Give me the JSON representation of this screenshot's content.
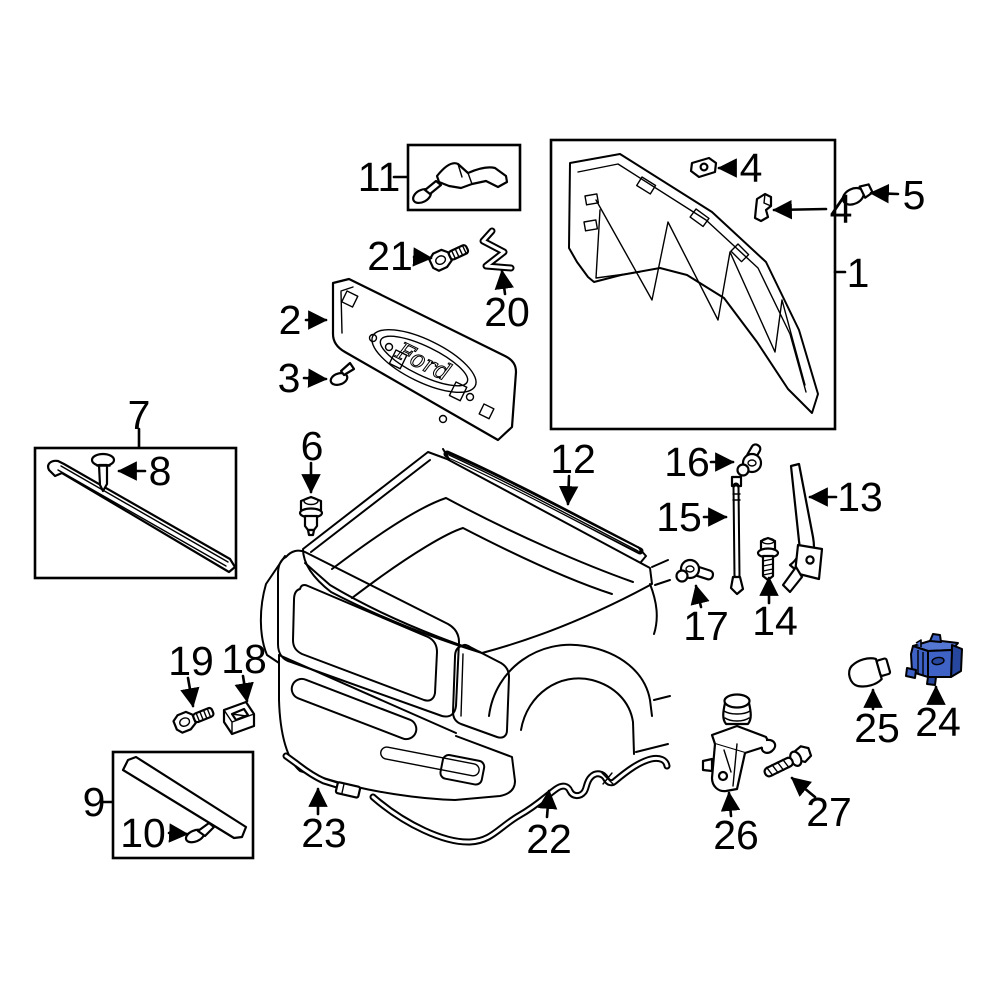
{
  "figure": {
    "type": "exploded-parts-diagram",
    "subject": "Ford truck hood and hood components",
    "background_color": "#ffffff",
    "line_color": "#000000",
    "pad_logo_text": "Ford",
    "highlight": {
      "callout": "24",
      "fill_mid": "#3f62c7",
      "fill_dark": "#27479e",
      "fill_light": "#5577d4"
    }
  },
  "callouts": {
    "c1": {
      "text": "1"
    },
    "c2": {
      "text": "2"
    },
    "c3": {
      "text": "3"
    },
    "c4a": {
      "text": "4"
    },
    "c4b": {
      "text": "4"
    },
    "c5": {
      "text": "5"
    },
    "c6": {
      "text": "6"
    },
    "c7": {
      "text": "7"
    },
    "c8": {
      "text": "8"
    },
    "c9": {
      "text": "9"
    },
    "c10": {
      "text": "10"
    },
    "c11": {
      "text": "11"
    },
    "c12": {
      "text": "12"
    },
    "c13": {
      "text": "13"
    },
    "c14": {
      "text": "14"
    },
    "c15": {
      "text": "15"
    },
    "c16": {
      "text": "16"
    },
    "c17": {
      "text": "17"
    },
    "c18": {
      "text": "18"
    },
    "c19": {
      "text": "19"
    },
    "c20": {
      "text": "20"
    },
    "c21": {
      "text": "21"
    },
    "c22": {
      "text": "22"
    },
    "c23": {
      "text": "23"
    },
    "c24": {
      "text": "24"
    },
    "c25": {
      "text": "25"
    },
    "c26": {
      "text": "26"
    },
    "c27": {
      "text": "27"
    }
  }
}
